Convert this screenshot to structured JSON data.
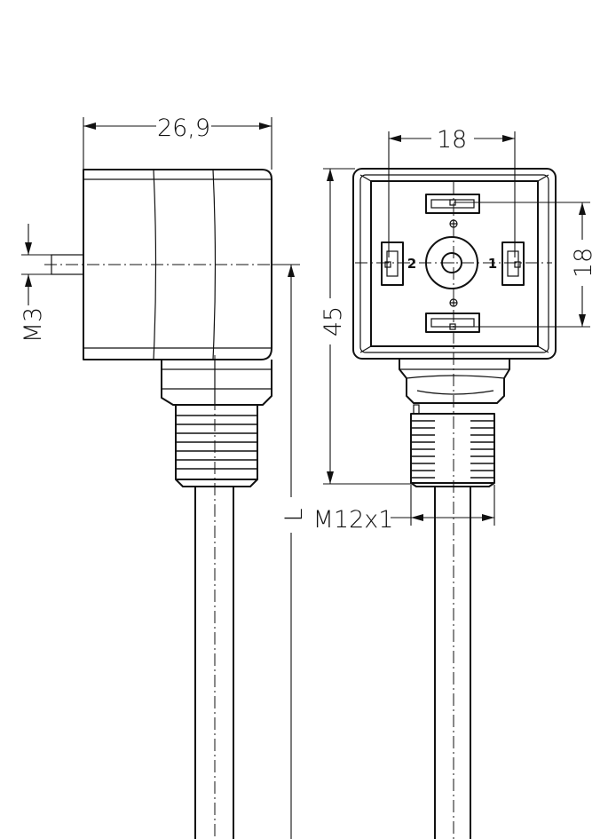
{
  "dimensions": {
    "body_width": "26,9",
    "pin_pitch_horizontal": "18",
    "pin_pitch_vertical": "18",
    "height": "45",
    "screw_thread": "M3",
    "connector_thread": "M12x1",
    "cable_length": "L"
  },
  "pins": {
    "left": "2",
    "right": "1"
  }
}
